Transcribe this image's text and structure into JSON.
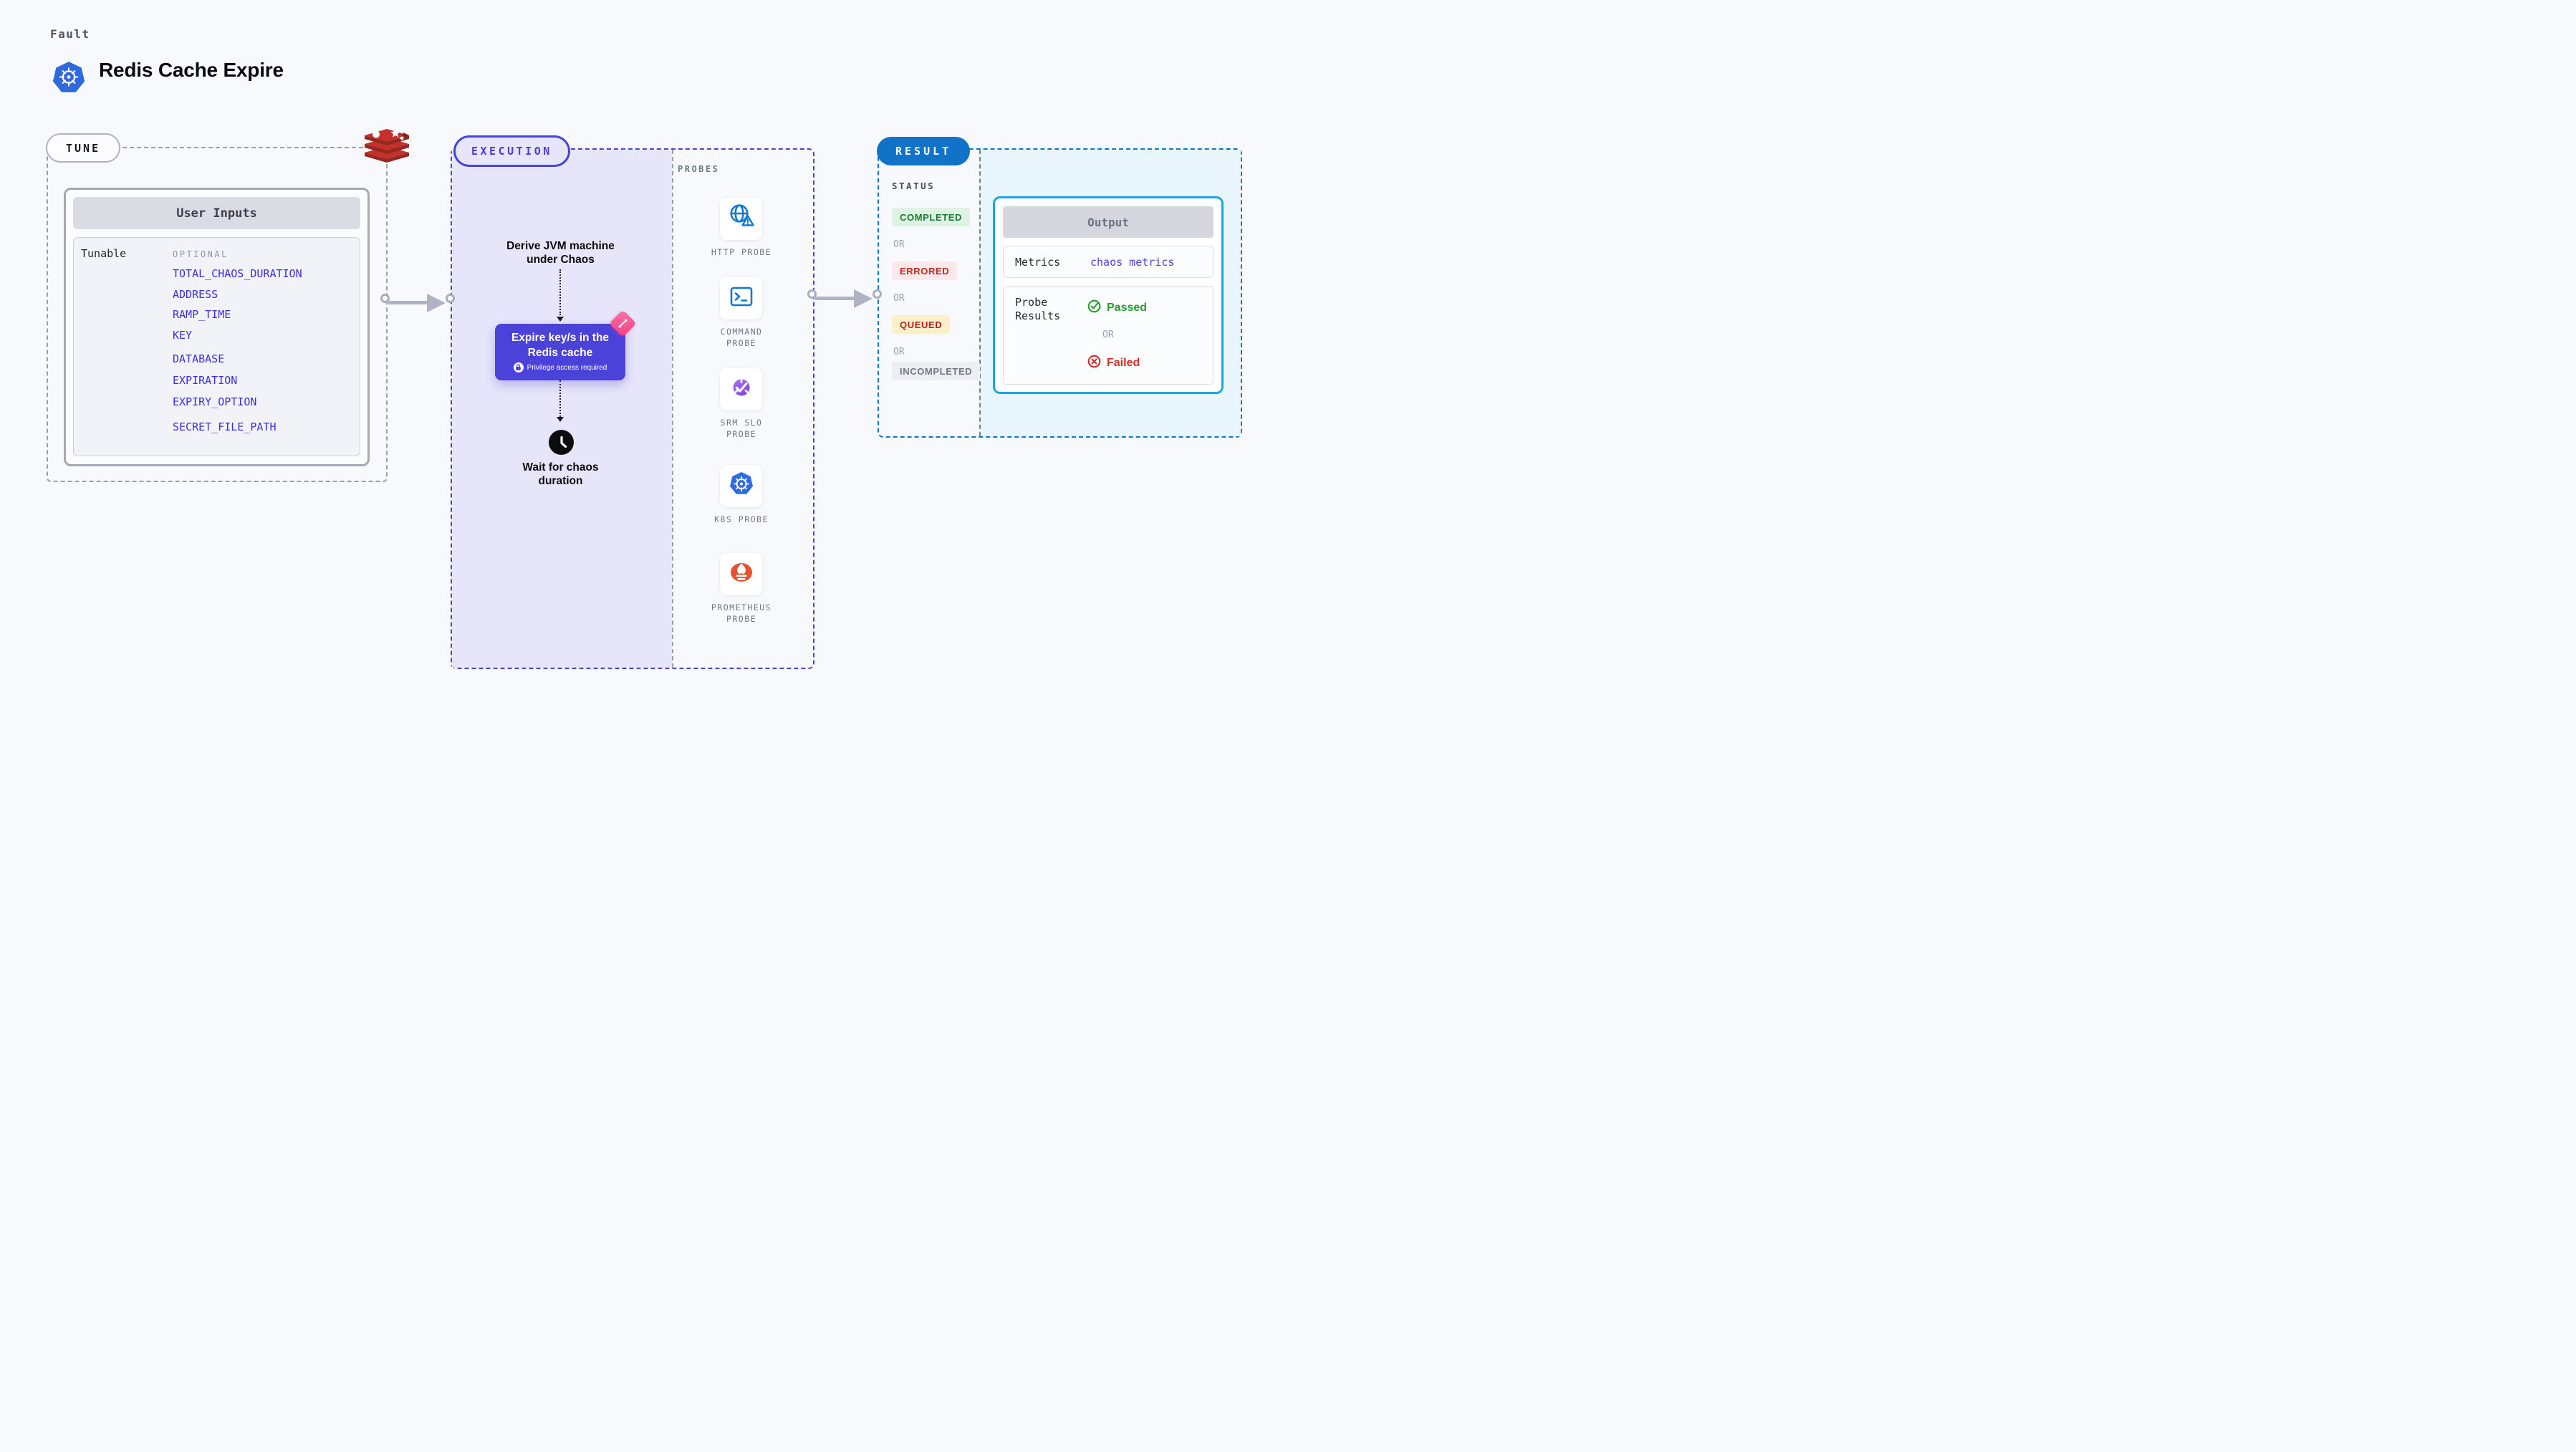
{
  "header": {
    "kicker": "Fault",
    "title": "Redis Cache Expire",
    "title_icon": "kubernetes-logo"
  },
  "tune": {
    "pill_label": "TUNE",
    "corner_icon": "redis-logo",
    "card_title": "User Inputs",
    "row_label": "Tunable",
    "optional_label": "OPTIONAL",
    "fields": [
      "TOTAL_CHAOS_DURATION",
      "ADDRESS",
      "RAMP_TIME",
      "KEY",
      "DATABASE",
      "EXPIRATION",
      "EXPIRY_OPTION",
      "SECRET_FILE_PATH"
    ]
  },
  "execution": {
    "pill_label": "EXECUTION",
    "derive_line1": "Derive JVM machine",
    "derive_line2": "under Chaos",
    "node_title_line1": "Expire key/s in the",
    "node_title_line2": "Redis cache",
    "node_privilege": "Privilege access required",
    "wait_line1": "Wait for chaos",
    "wait_line2": "duration"
  },
  "probes": {
    "panel_label": "PROBES",
    "items": [
      {
        "label": "HTTP PROBE",
        "icon": "globe-alert-icon"
      },
      {
        "label": "COMMAND PROBE",
        "icon": "terminal-icon"
      },
      {
        "label": "SRM SLO PROBE",
        "icon": "slo-gauge-check-icon"
      },
      {
        "label": "K8S PROBE",
        "icon": "kubernetes-icon"
      },
      {
        "label": "PROMETHEUS PROBE",
        "icon": "prometheus-flame-icon"
      }
    ]
  },
  "result": {
    "pill_label": "RESULT",
    "status_label": "STATUS",
    "or_label": "OR",
    "statuses": [
      {
        "label": "COMPLETED",
        "state": "completed",
        "text_color": "#1B7A31",
        "bg_color": "#DEF3E1"
      },
      {
        "label": "ERRORED",
        "state": "errored",
        "text_color": "#C3271E",
        "bg_color": "#FCE8EA"
      },
      {
        "label": "QUEUED",
        "state": "queued",
        "text_color": "#B71E1E",
        "bg_color": "#FBF0C9"
      },
      {
        "label": "INCOMPLETED",
        "state": "incompleted",
        "text_color": "#6F7886",
        "bg_color": "#ECEEF4"
      }
    ],
    "output": {
      "title": "Output",
      "metrics_label": "Metrics",
      "metrics_value": "chaos metrics",
      "probe_results_label": "Probe Results",
      "passed_label": "Passed",
      "failed_label": "Failed"
    }
  },
  "colors": {
    "page_bg": "#F8F9FC",
    "tune_dash": "#9AA0AB",
    "execution_accent": "#4643D8",
    "execution_fill": "#E6E5FA",
    "node_purple": "#4B42DA",
    "chaos_pink": "#F3447F",
    "field_blue": "#3D2EE2",
    "result_accent": "#1274C8",
    "result_fill": "#E9F5FC",
    "output_border": "#18A7DF",
    "probe_icon_blue": "#1478D2",
    "srm_purple": "#8B5CF6",
    "prometheus_orange": "#E6522C",
    "passed_green": "#1FA02D",
    "failed_red": "#D22F27"
  }
}
